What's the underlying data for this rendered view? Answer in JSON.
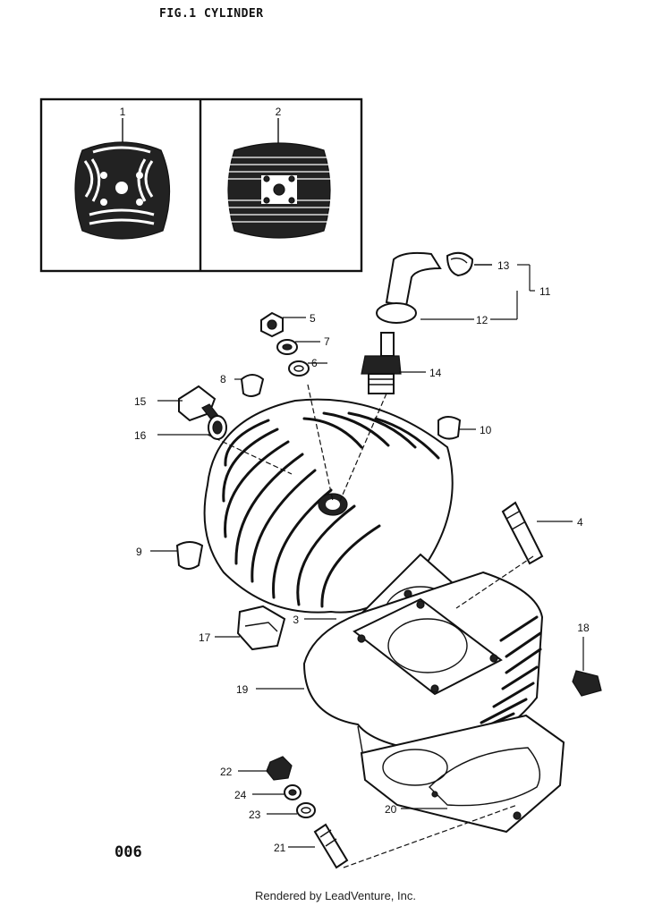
{
  "figure": {
    "title": "FIG.1 CYLINDER",
    "page_number": "006"
  },
  "footer": {
    "text": "Rendered by LeadVenture, Inc."
  },
  "callouts": [
    {
      "id": "c1",
      "label": "1"
    },
    {
      "id": "c2",
      "label": "2"
    },
    {
      "id": "c3",
      "label": "3"
    },
    {
      "id": "c4",
      "label": "4"
    },
    {
      "id": "c5",
      "label": "5"
    },
    {
      "id": "c6",
      "label": "6"
    },
    {
      "id": "c7",
      "label": "7"
    },
    {
      "id": "c8",
      "label": "8"
    },
    {
      "id": "c9",
      "label": "9"
    },
    {
      "id": "c10",
      "label": "10"
    },
    {
      "id": "c11",
      "label": "11"
    },
    {
      "id": "c12",
      "label": "12"
    },
    {
      "id": "c13",
      "label": "13"
    },
    {
      "id": "c14",
      "label": "14"
    },
    {
      "id": "c15",
      "label": "15"
    },
    {
      "id": "c16",
      "label": "16"
    },
    {
      "id": "c17",
      "label": "17"
    },
    {
      "id": "c18",
      "label": "18"
    },
    {
      "id": "c19",
      "label": "19"
    },
    {
      "id": "c20",
      "label": "20"
    },
    {
      "id": "c21",
      "label": "21"
    },
    {
      "id": "c22",
      "label": "22"
    },
    {
      "id": "c23",
      "label": "23"
    },
    {
      "id": "c24",
      "label": "24"
    }
  ]
}
